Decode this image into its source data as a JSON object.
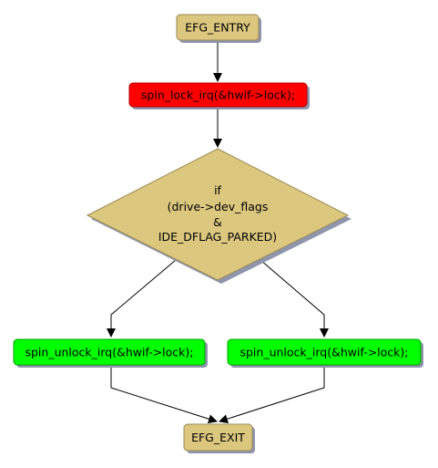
{
  "diagram": {
    "nodes": {
      "entry": {
        "label": "EFG_ENTRY",
        "fill": "#dbc77e"
      },
      "lock": {
        "label": "spin_lock_irq(&hwif->lock);",
        "fill": "#ff0000"
      },
      "decision": {
        "lines": [
          "if",
          "(drive->dev_flags",
          "&",
          "IDE_DFLAG_PARKED)"
        ],
        "fill": "#dbc77e"
      },
      "unlock_left": {
        "label": "spin_unlock_irq(&hwif->lock);",
        "fill": "#00ff00"
      },
      "unlock_right": {
        "label": "spin_unlock_irq(&hwif->lock);",
        "fill": "#00ff00"
      },
      "exit": {
        "label": "EFG_EXIT",
        "fill": "#dbc77e"
      }
    },
    "colors": {
      "shadow": "#8f95ac",
      "border": "#9a8a56",
      "edge": "#000000"
    }
  }
}
